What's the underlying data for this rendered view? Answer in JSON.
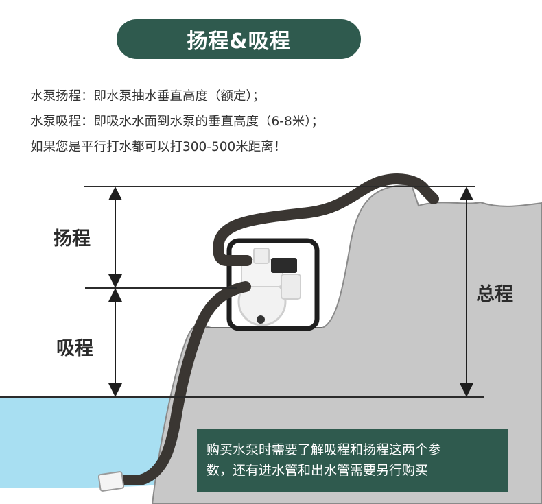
{
  "title": "扬程&吸程",
  "description": [
    "水泵扬程：即水泵抽水垂直高度（额定）；",
    "水泵吸程：即吸水水面到水泵的垂直高度（6-8米）；",
    "如果您是平行打水都可以打300-500米距离！"
  ],
  "labels": {
    "head": "扬程",
    "suction": "吸程",
    "total": "总程"
  },
  "note": [
    "购买水泵时需要了解吸程和扬程这两个参",
    "数，还有进水管和出水管需要另行购买"
  ],
  "colors": {
    "accent": "#2f5a4e",
    "water": "#a8dff2",
    "terrain": "#c8c8c8",
    "hose": "#3a3632"
  }
}
